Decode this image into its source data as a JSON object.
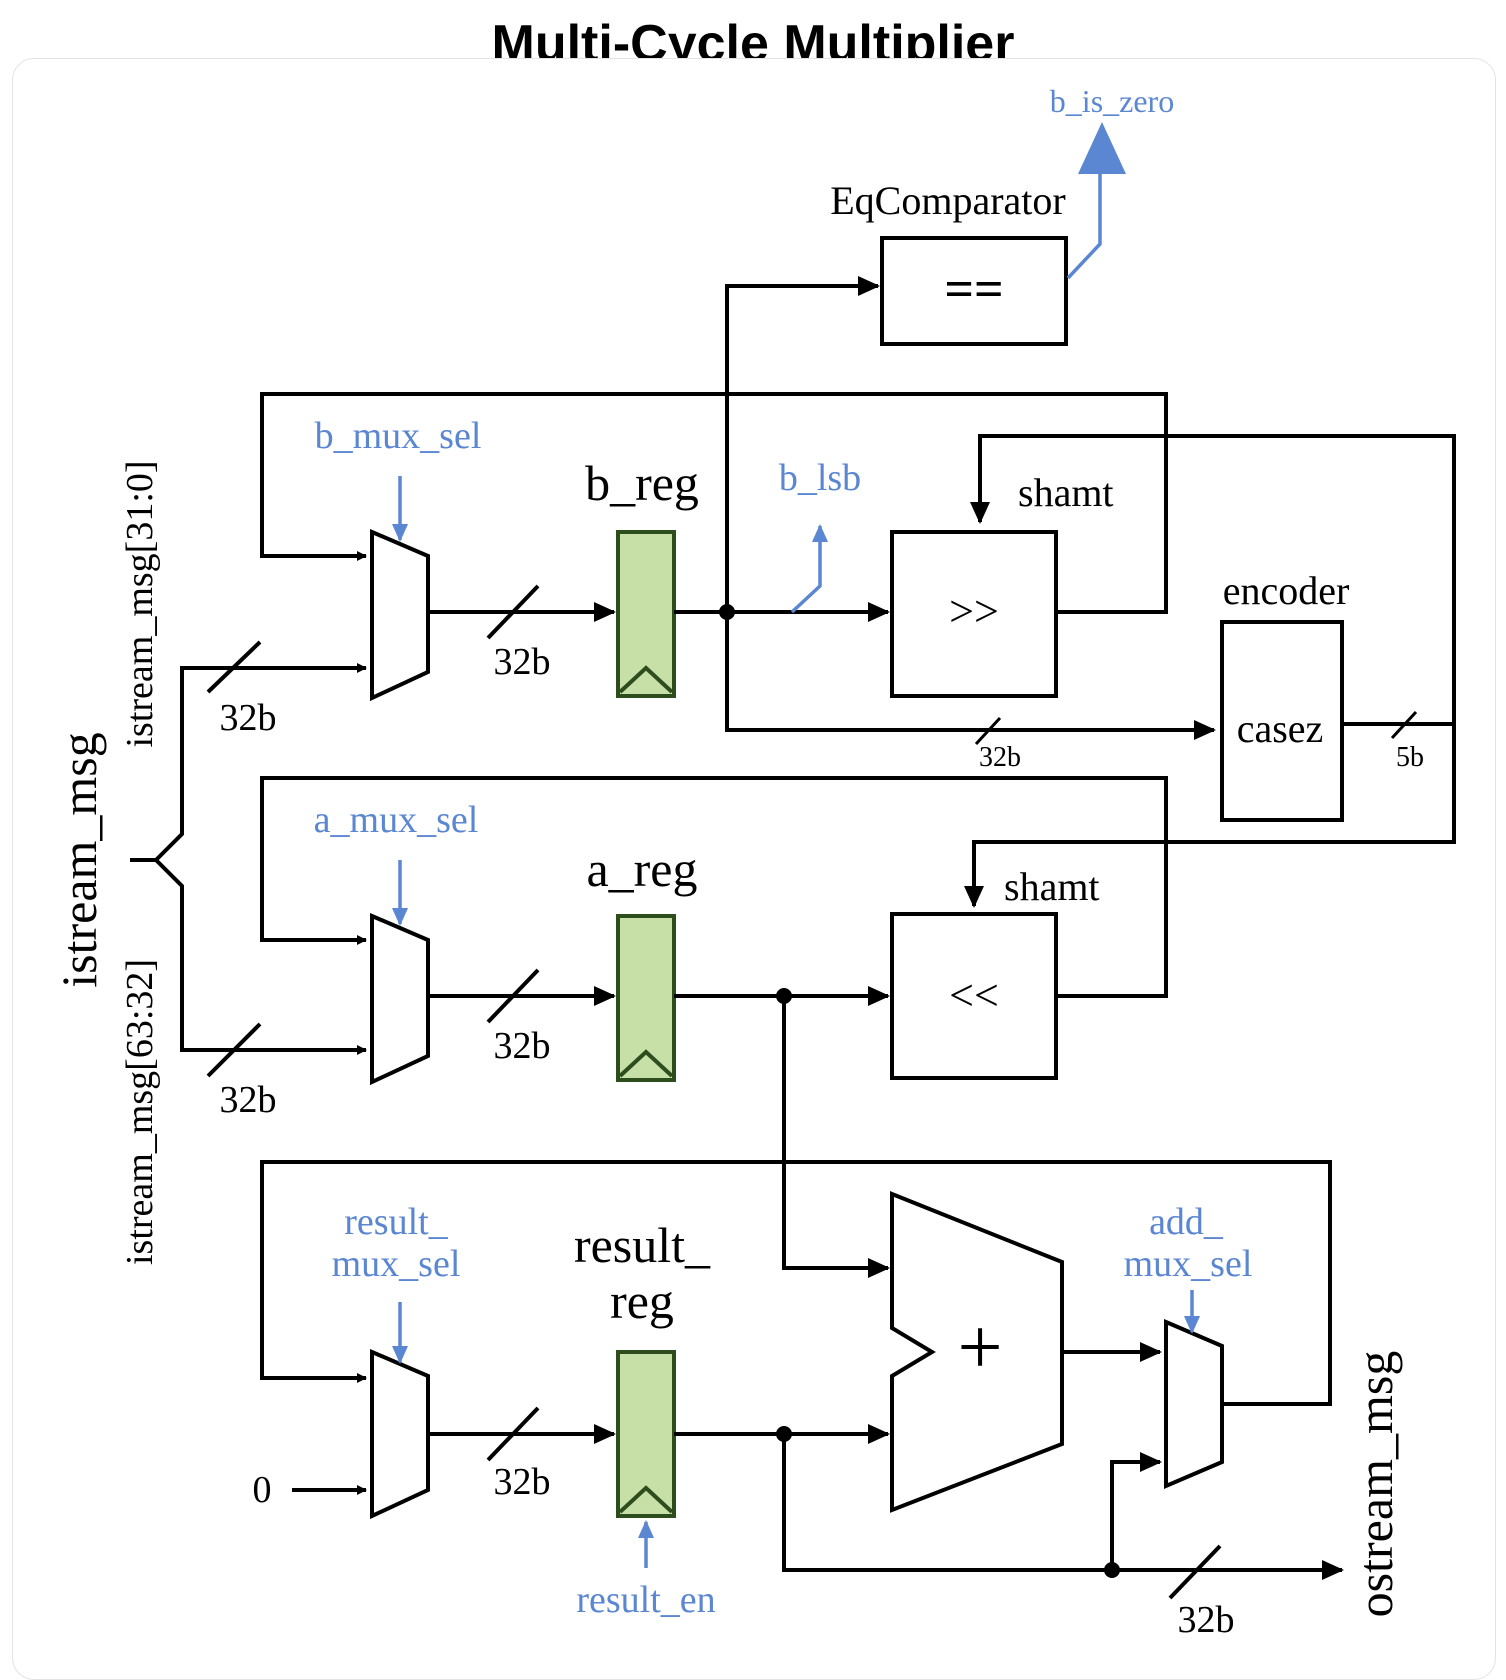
{
  "title": "Multi-Cycle Multiplier",
  "colors": {
    "control": "#5b86d2",
    "register_fill": "#c6e0a8",
    "register_stroke": "#2e4d1c"
  },
  "labels": {
    "b_is_zero": "b_is_zero",
    "eq_comparator": "EqComparator",
    "eq_symbol": "==",
    "b_mux_sel": "b_mux_sel",
    "b_reg": "b_reg",
    "b_lsb": "b_lsb",
    "shamt_top": "shamt",
    "shift_right": ">>",
    "encoder": "encoder",
    "casez": "casez",
    "a_mux_sel": "a_mux_sel",
    "a_reg": "a_reg",
    "shamt_mid": "shamt",
    "shift_left": "<<",
    "result_mux_sel_1": "result_",
    "result_mux_sel_2": "mux_sel",
    "result_reg_1": "result_",
    "result_reg_2": "reg",
    "add_mux_sel_1": "add_",
    "add_mux_sel_2": "mux_sel",
    "plus": "+",
    "zero_input": "0",
    "result_en": "result_en",
    "istream_msg": "istream_msg",
    "istream_low": "istream_msg[31:0]",
    "istream_high": "istream_msg[63:32]",
    "ostream_msg": "ostream_msg"
  },
  "widths": {
    "w32_istream_top": "32b",
    "w32_istream_bot": "32b",
    "w32_b": "32b",
    "w32_a": "32b",
    "w32_result": "32b",
    "w32_encoder_in": "32b",
    "w5_encoder_out": "5b",
    "w32_out": "32b"
  }
}
